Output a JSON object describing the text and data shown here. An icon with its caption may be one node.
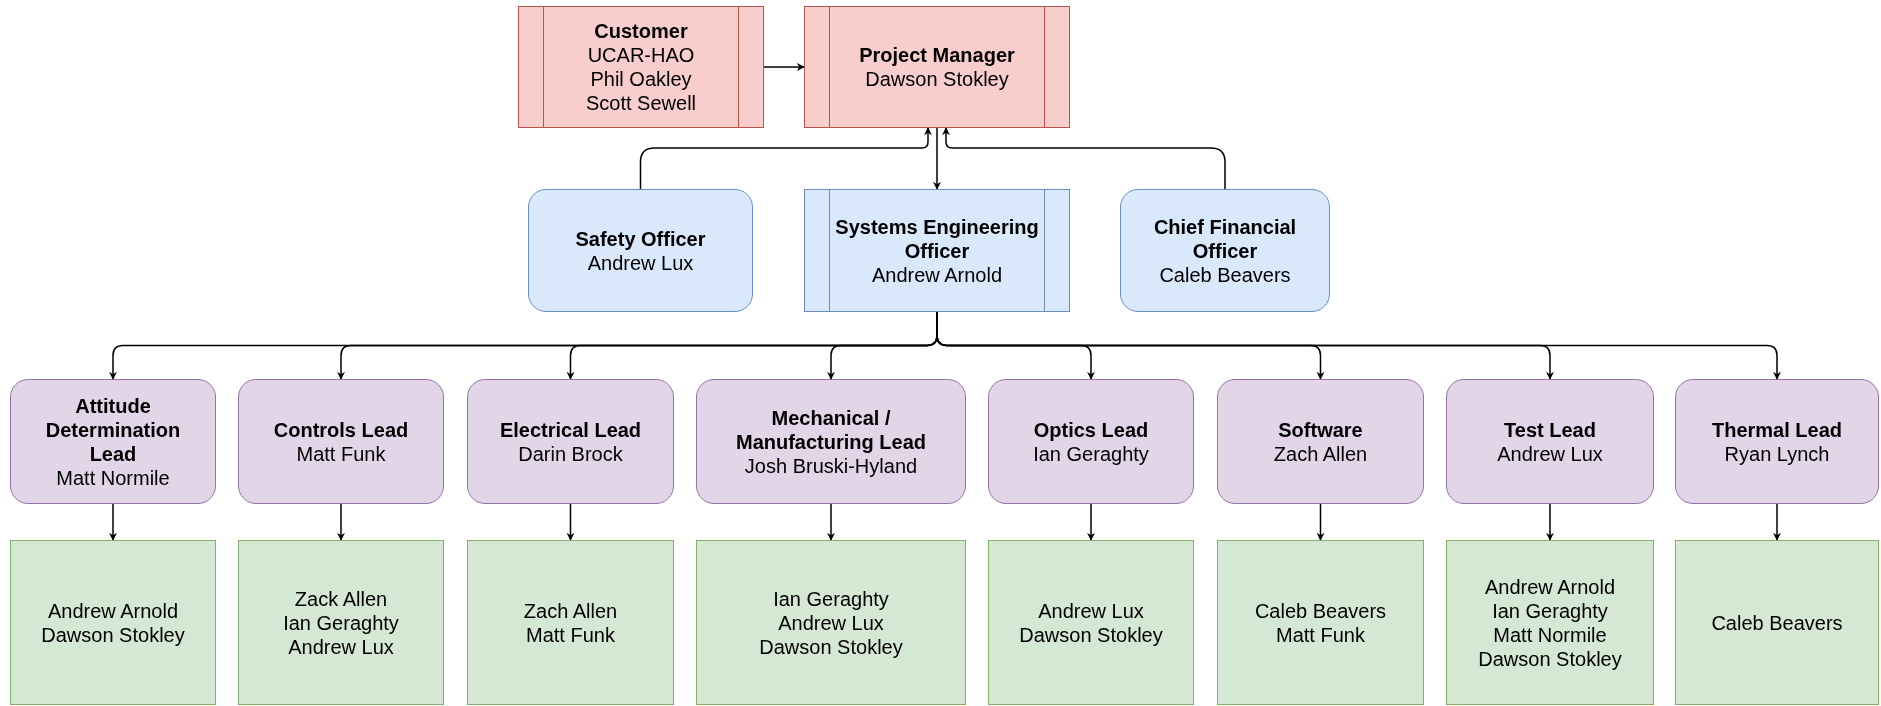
{
  "diagram": {
    "nodes": [
      {
        "text": [
          "Customer",
          "UCAR-HAO",
          "Phil Oakley",
          "Scott Sewell"
        ]
      },
      {
        "text": [
          "Project Manager",
          "Dawson Stokley"
        ]
      },
      {
        "text": [
          "Safety Officer",
          "Andrew Lux"
        ]
      },
      {
        "text": [
          "Systems Engineering Officer",
          "Andrew Arnold"
        ]
      },
      {
        "text": [
          "Chief Financial Officer",
          "Caleb Beavers"
        ]
      },
      {
        "text": [
          "Attitude Determination Lead",
          "Matt Normile"
        ]
      },
      {
        "text": [
          "Controls Lead",
          "Matt Funk"
        ]
      },
      {
        "text": [
          "Electrical Lead",
          "Darin Brock"
        ]
      },
      {
        "text": [
          "Mechanical / Manufacturing Lead",
          "Josh Bruski-Hyland"
        ]
      },
      {
        "text": [
          "Optics Lead",
          "Ian Geraghty"
        ]
      },
      {
        "text": [
          "Software",
          "Zach Allen"
        ]
      },
      {
        "text": [
          "Test Lead",
          "Andrew Lux"
        ]
      },
      {
        "text": [
          "Thermal Lead",
          "Ryan Lynch"
        ]
      },
      {
        "text": [
          "Andrew Arnold",
          "Dawson Stokley"
        ]
      },
      {
        "text": [
          "Zack Allen",
          "Ian Geraghty",
          "Andrew Lux"
        ]
      },
      {
        "text": [
          "Zach Allen",
          "Matt Funk"
        ]
      },
      {
        "text": [
          "Ian Geraghty",
          "Andrew Lux",
          "Dawson Stokley"
        ]
      },
      {
        "text": [
          "Andrew Lux",
          "Dawson Stokley"
        ]
      },
      {
        "text": [
          "Caleb Beavers",
          "Matt Funk"
        ]
      },
      {
        "text": [
          "Andrew Arnold",
          "Ian Geraghty",
          "Matt Normile",
          "Dawson Stokley"
        ]
      },
      {
        "text": [
          "Caleb Beavers"
        ]
      }
    ],
    "edges": [
      {
        "from": 0,
        "to": 1,
        "arrow": "to"
      },
      {
        "from": 1,
        "to": 3,
        "arrow": "to"
      },
      {
        "from": 2,
        "to": 1,
        "arrow": "to"
      },
      {
        "from": 4,
        "to": 1,
        "arrow": "to"
      },
      {
        "from": 3,
        "to": 5,
        "arrow": "to"
      },
      {
        "from": 3,
        "to": 6,
        "arrow": "to"
      },
      {
        "from": 3,
        "to": 7,
        "arrow": "to"
      },
      {
        "from": 3,
        "to": 8,
        "arrow": "to"
      },
      {
        "from": 3,
        "to": 9,
        "arrow": "to"
      },
      {
        "from": 3,
        "to": 10,
        "arrow": "to"
      },
      {
        "from": 3,
        "to": 11,
        "arrow": "to"
      },
      {
        "from": 3,
        "to": 12,
        "arrow": "to"
      },
      {
        "from": 5,
        "to": 13,
        "arrow": "to"
      },
      {
        "from": 6,
        "to": 14,
        "arrow": "to"
      },
      {
        "from": 7,
        "to": 15,
        "arrow": "to"
      },
      {
        "from": 8,
        "to": 16,
        "arrow": "to"
      },
      {
        "from": 9,
        "to": 17,
        "arrow": "to"
      },
      {
        "from": 10,
        "to": 18,
        "arrow": "to"
      },
      {
        "from": 11,
        "to": 19,
        "arrow": "to"
      },
      {
        "from": 12,
        "to": 20,
        "arrow": "to"
      }
    ]
  }
}
